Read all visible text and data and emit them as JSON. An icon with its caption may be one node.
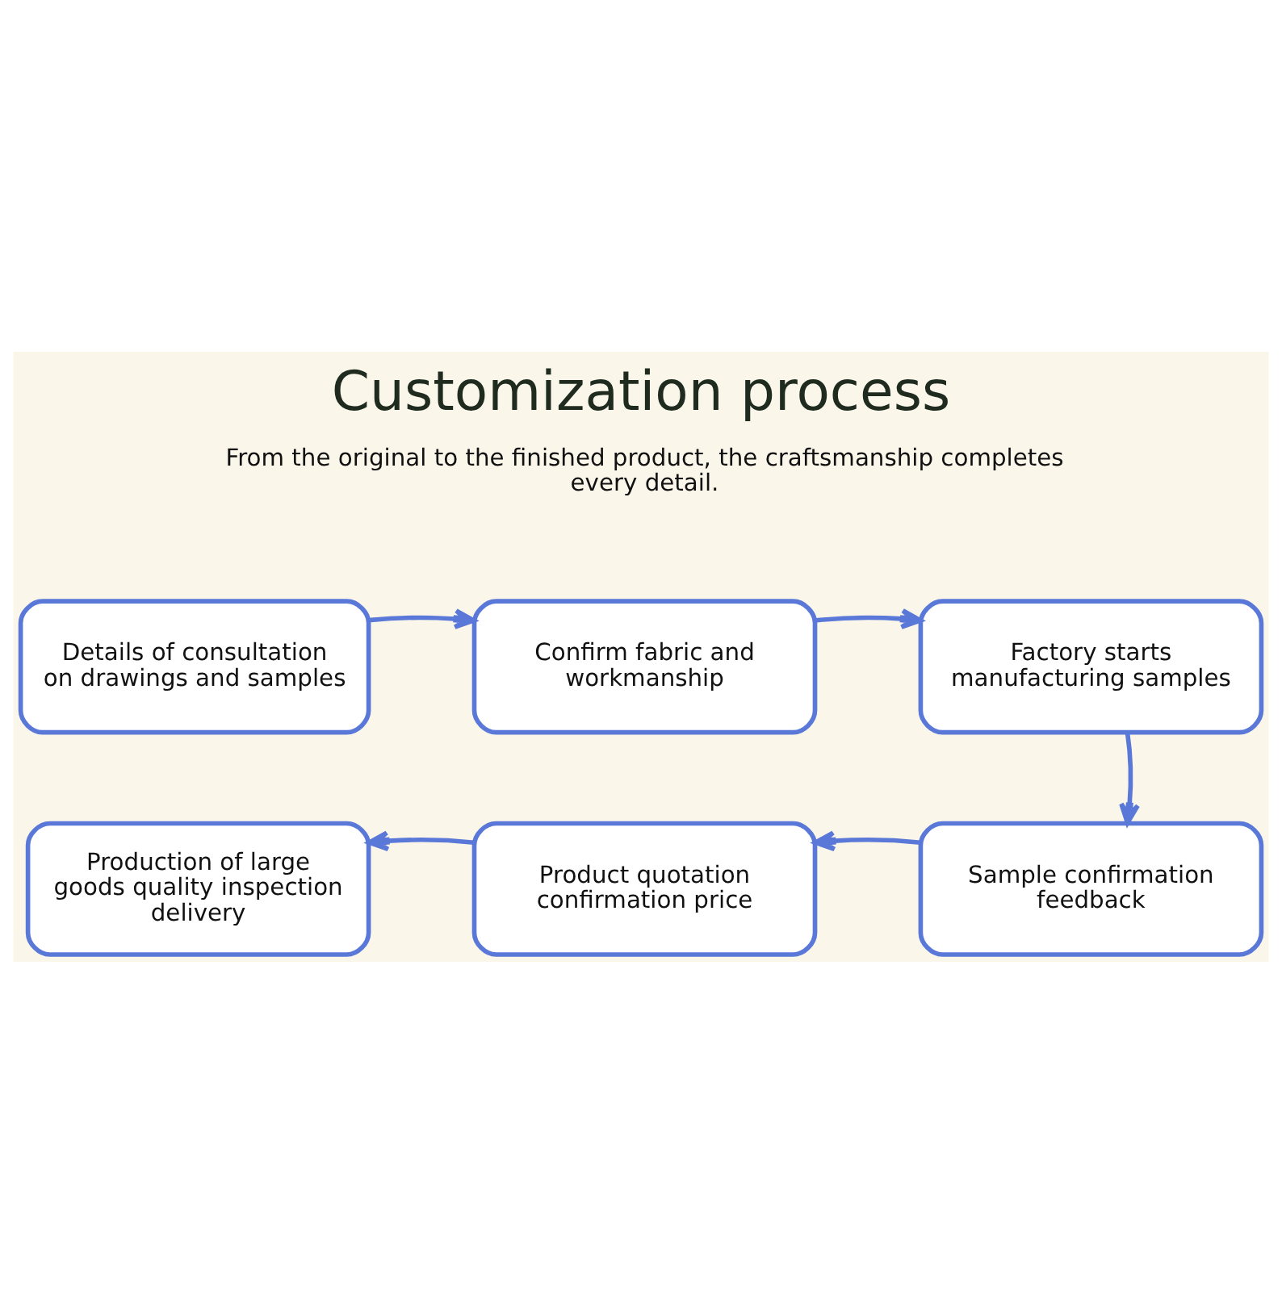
{
  "diagram": {
    "title": "Customization process",
    "nodes": [
      {
        "text": [
          "Details of consultation on drawings and samples"
        ]
      },
      {
        "text": [
          "Confirm fabric and workmanship"
        ]
      },
      {
        "text": [
          "Factory starts manufacturing samples"
        ]
      },
      {
        "text": [
          "Production of large goods quality inspection delivery"
        ]
      },
      {
        "text": [
          "Product quotation confirmation price"
        ]
      },
      {
        "text": [
          "Sample confirmation feedback"
        ]
      }
    ],
    "edges": [
      {
        "from": 0,
        "to": 1,
        "arrow": "to"
      },
      {
        "from": 1,
        "to": 2,
        "arrow": "to"
      },
      {
        "from": 2,
        "to": 5,
        "arrow": "to"
      },
      {
        "from": 5,
        "to": 4,
        "arrow": "to"
      },
      {
        "from": 4,
        "to": 3,
        "arrow": "to"
      }
    ],
    "labels": [
      "From the original to the finished product, the craftsmanship completes every detail."
    ]
  }
}
